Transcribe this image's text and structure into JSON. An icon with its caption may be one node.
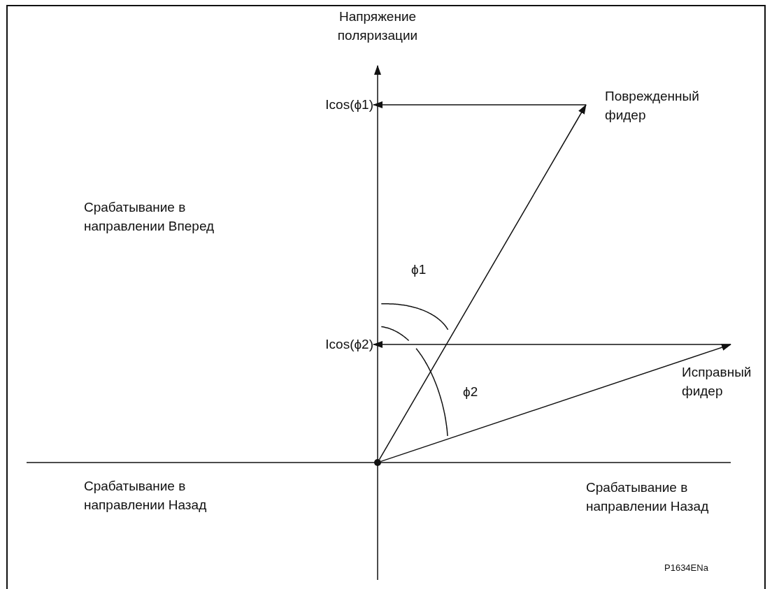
{
  "diagram": {
    "nodes": [
      {
        "text": [
          "Icos(ϕ1)"
        ]
      },
      {
        "text": [
          "Поврежденный фидер"
        ]
      },
      {
        "text": [
          "Icos(ϕ2)"
        ]
      },
      {
        "text": [
          "Исправный фидер"
        ]
      },
      {
        "text": [],
        "shape": "circle"
      }
    ],
    "edges": [
      {
        "from": 4,
        "to": 1,
        "arrow": "to"
      },
      {
        "from": 4,
        "to": 3,
        "arrow": "to"
      },
      {
        "from": 1,
        "to": 0,
        "arrow": "to"
      },
      {
        "from": 3,
        "to": 2,
        "arrow": "to"
      }
    ],
    "labels": [
      "Напряжение поляризации",
      "Срабатывание в направлении Вперед",
      "ϕ1",
      "ϕ2",
      "Срабатывание в направлении Назад",
      "Срабатывание в направлении Назад",
      "P1634ENa"
    ]
  }
}
